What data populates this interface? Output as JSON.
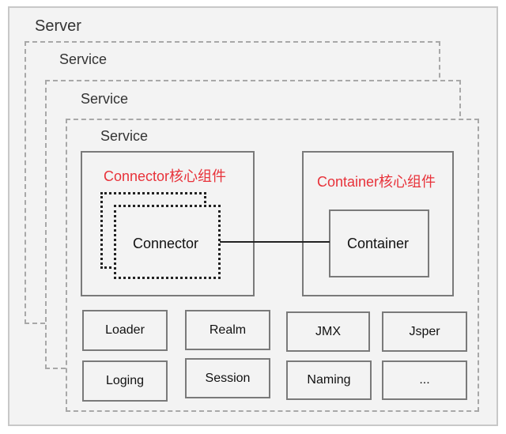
{
  "server": {
    "label": "Server"
  },
  "services": [
    {
      "label": "Service"
    },
    {
      "label": "Service"
    },
    {
      "label": "Service"
    }
  ],
  "connector_core": {
    "title": "Connector核心组件",
    "inner_label": "Connector"
  },
  "container_core": {
    "title": "Container核心组件",
    "inner_label": "Container"
  },
  "components": {
    "loader": "Loader",
    "realm": "Realm",
    "jmx": "JMX",
    "jsper": "Jsper",
    "loging": "Loging",
    "session": "Session",
    "naming": "Naming",
    "more": "..."
  },
  "colors": {
    "accent": "#e8323a",
    "panel": "#f3f3f3",
    "border": "#7a7a7a"
  }
}
